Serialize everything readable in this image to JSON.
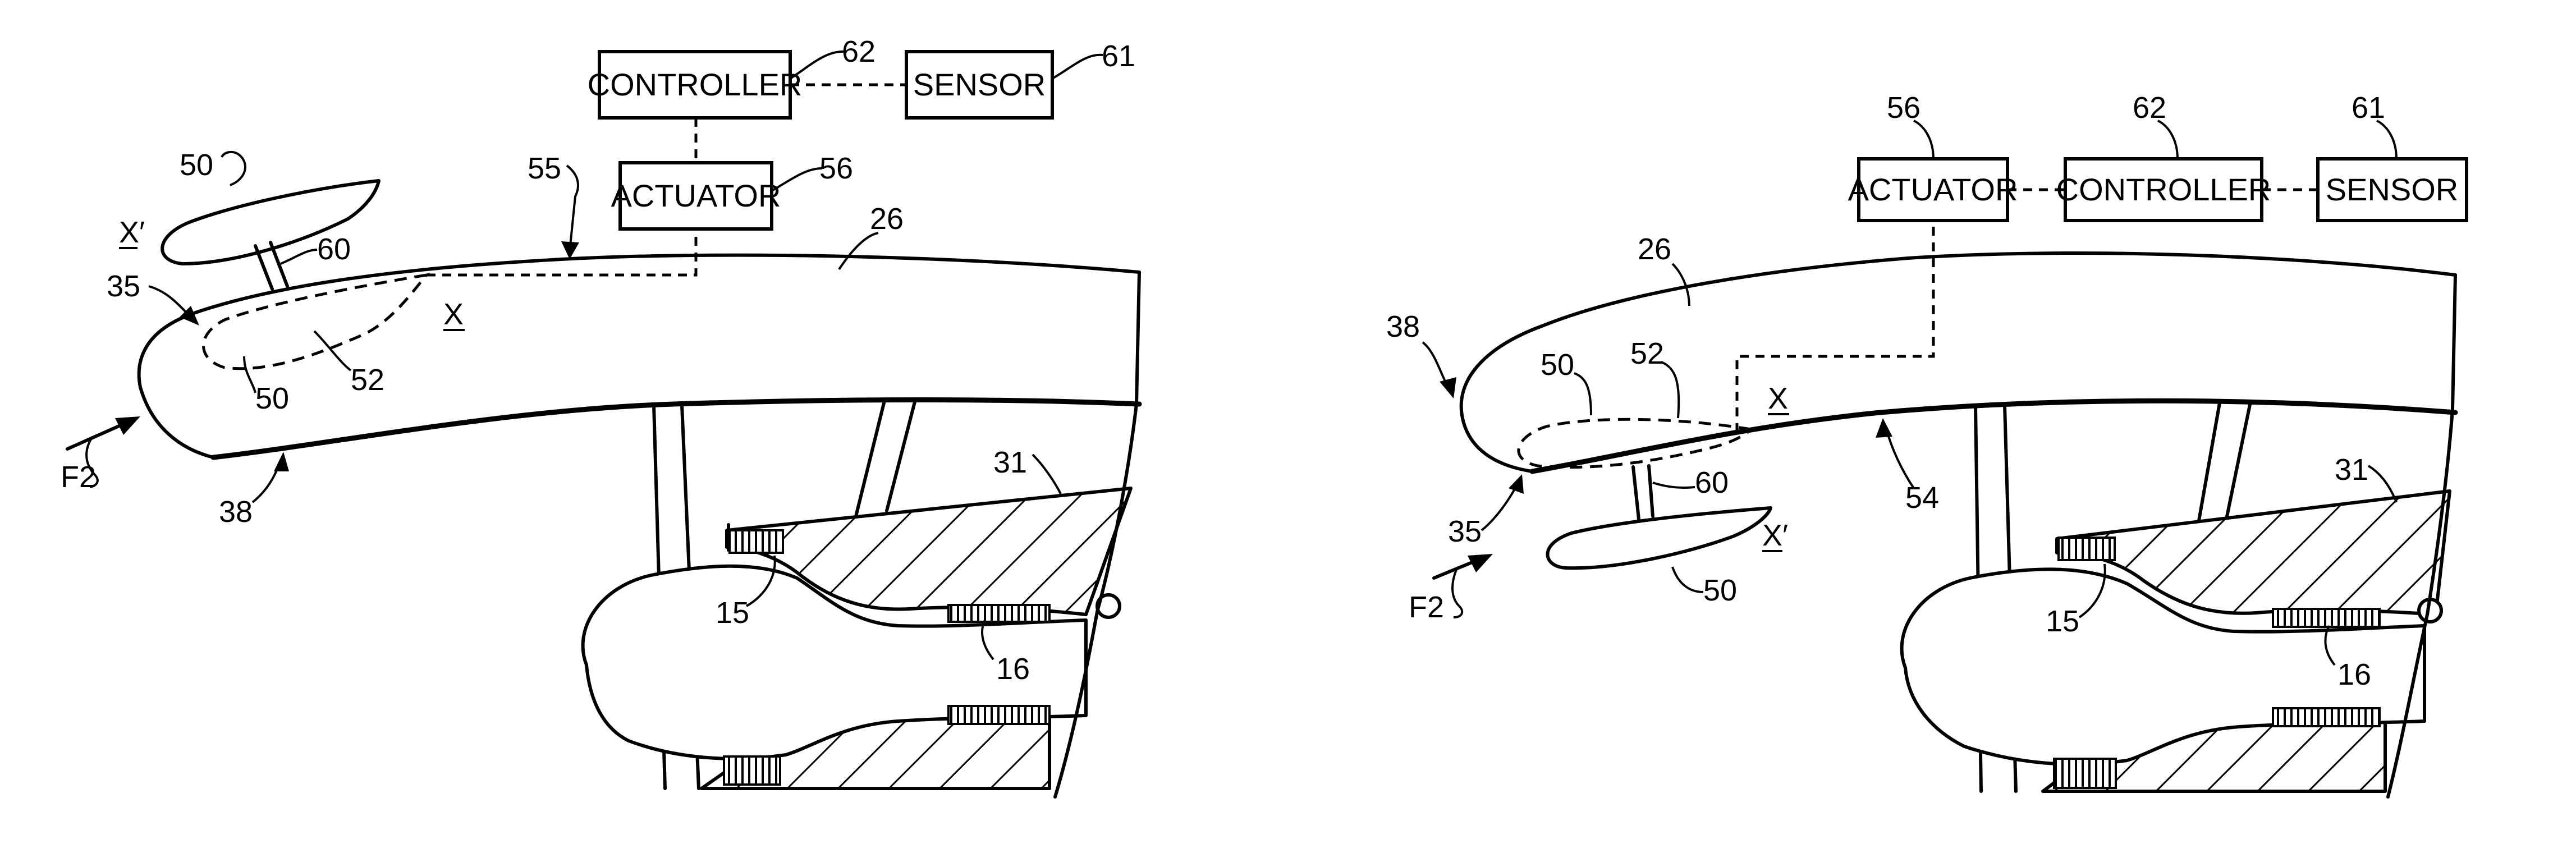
{
  "left_view": {
    "boxes": {
      "controller": "CONTROLLER",
      "sensor": "SENSOR",
      "actuator": "ACTUATOR"
    },
    "refs": {
      "controller": "62",
      "sensor": "61",
      "actuator": "56",
      "vane": "50",
      "strut": "60",
      "inlet": "35",
      "path": "55",
      "nacelle": "26",
      "stowed_vane": "50",
      "stowed_outline": "52",
      "lip": "38",
      "flow": "F2",
      "case": "31",
      "fan": "15",
      "vanes": "16"
    },
    "axes": {
      "deployed": "X′",
      "stowed": "X"
    }
  },
  "right_view": {
    "boxes": {
      "actuator": "ACTUATOR",
      "controller": "CONTROLLER",
      "sensor": "SENSOR"
    },
    "refs": {
      "actuator": "56",
      "controller": "62",
      "sensor": "61",
      "nacelle": "26",
      "lip": "38",
      "stowed_vane": "50",
      "stowed_outline": "52",
      "surface": "54",
      "inlet": "35",
      "strut": "60",
      "vane": "50",
      "flow": "F2",
      "case": "31",
      "fan": "15",
      "vanes": "16"
    },
    "axes": {
      "stowed": "X",
      "deployed": "X′"
    }
  }
}
